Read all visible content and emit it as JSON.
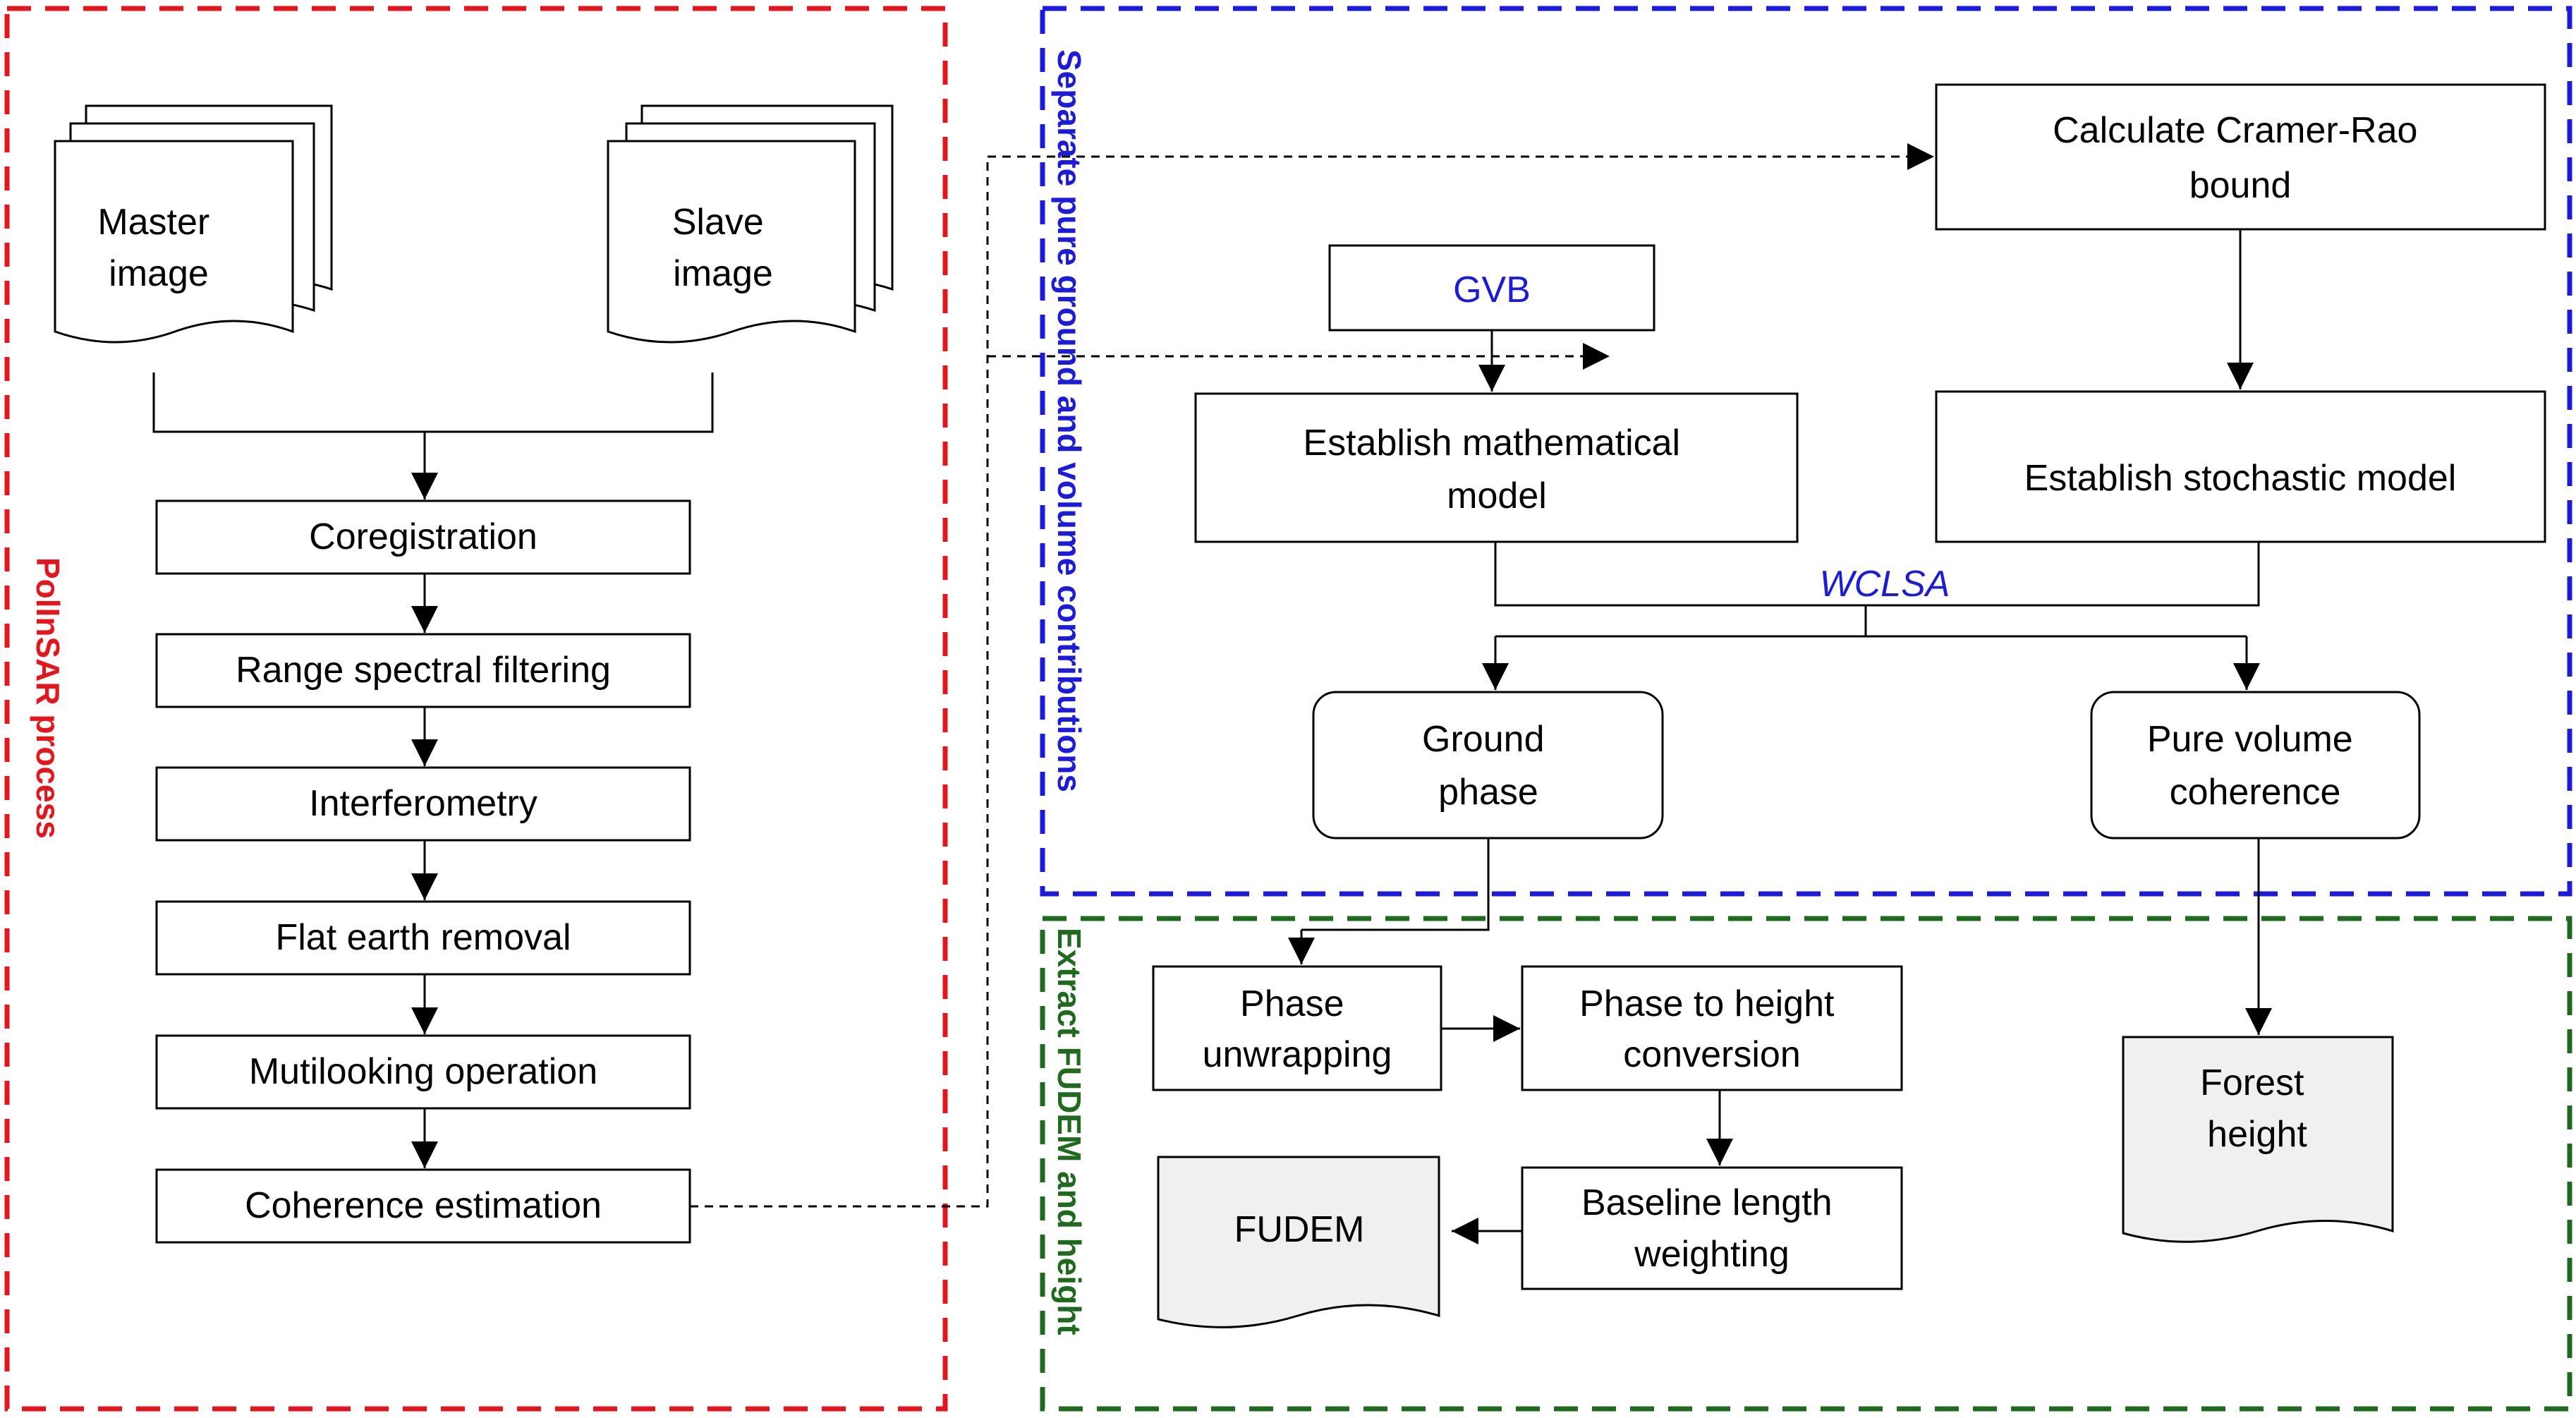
{
  "regions": {
    "polinsar": {
      "title": "PolInSAR process",
      "color": "#e8141b"
    },
    "separate": {
      "title": "Separate pure ground and volume contributions",
      "color": "#1a1ae0"
    },
    "extract": {
      "title": "Extract FUDEM and height",
      "color": "#1e6b1e"
    }
  },
  "nodes": {
    "master_image": [
      "Master",
      "image"
    ],
    "slave_image": [
      "Slave",
      "image"
    ],
    "coregistration": [
      "Coregistration"
    ],
    "range_filtering": [
      "Range spectral filtering"
    ],
    "interferometry": [
      "Interferometry"
    ],
    "flat_earth": [
      "Flat earth removal"
    ],
    "multilooking": [
      "Mutilooking operation"
    ],
    "coherence_estimation": [
      "Coherence estimation"
    ],
    "cramer_rao": [
      "Calculate  Cramer-Rao",
      "bound"
    ],
    "gvb": [
      "GVB"
    ],
    "math_model": [
      "Establish mathematical",
      "model"
    ],
    "stochastic_model": [
      "Establish stochastic model"
    ],
    "wclsa": "WCLSA",
    "ground_phase": [
      "Ground",
      "phase"
    ],
    "pure_volume": [
      "Pure volume",
      "coherence"
    ],
    "phase_unwrapping": [
      "Phase",
      "unwrapping"
    ],
    "phase_to_height": [
      "Phase to height",
      "conversion"
    ],
    "baseline_weighting": [
      "Baseline length",
      "weighting"
    ],
    "fudem": [
      "FUDEM"
    ],
    "forest_height": [
      "Forest",
      "height"
    ]
  }
}
